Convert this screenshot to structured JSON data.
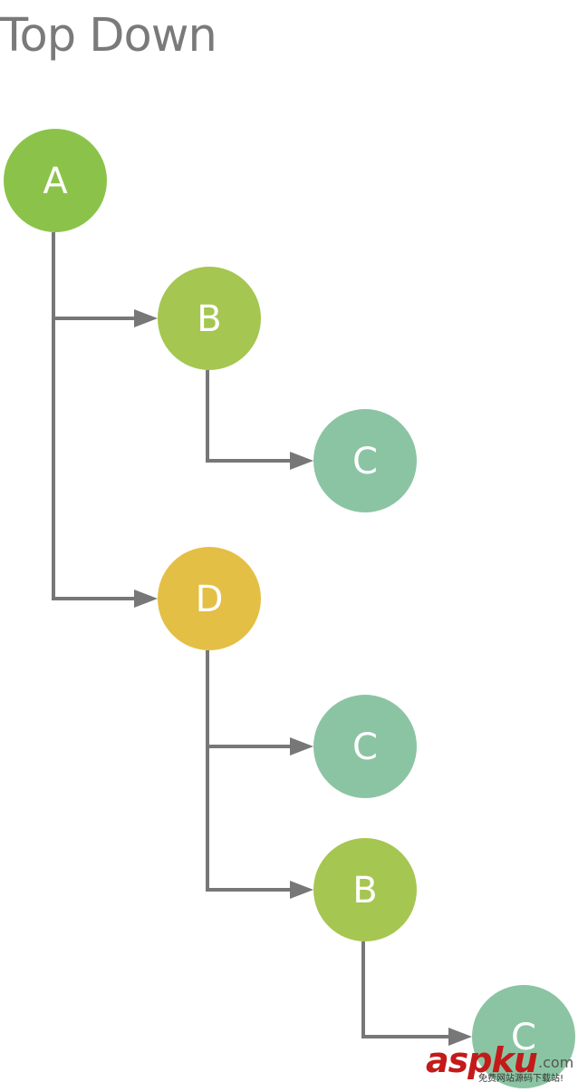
{
  "title": "Top Down",
  "colors": {
    "edge": "#777777",
    "title": "#7a7a7a",
    "label": "#ffffff",
    "watermark_brand": "#c41a1a"
  },
  "nodes": [
    {
      "id": "n1",
      "label": "A",
      "color": "#8bc34a",
      "depth": 0
    },
    {
      "id": "n2",
      "label": "B",
      "color": "#a5c651",
      "depth": 1,
      "parent": "n1"
    },
    {
      "id": "n3",
      "label": "C",
      "color": "#8bc4a3",
      "depth": 2,
      "parent": "n2"
    },
    {
      "id": "n4",
      "label": "D",
      "color": "#e4bf45",
      "depth": 1,
      "parent": "n1"
    },
    {
      "id": "n5",
      "label": "C",
      "color": "#8bc4a3",
      "depth": 2,
      "parent": "n4"
    },
    {
      "id": "n6",
      "label": "B",
      "color": "#a5c651",
      "depth": 2,
      "parent": "n4"
    },
    {
      "id": "n7",
      "label": "C",
      "color": "#8bc4a3",
      "depth": 3,
      "parent": "n6"
    }
  ],
  "watermark": {
    "brand": "aspku",
    "suffix": ".com",
    "tagline": "免费网站源码下载站!"
  }
}
